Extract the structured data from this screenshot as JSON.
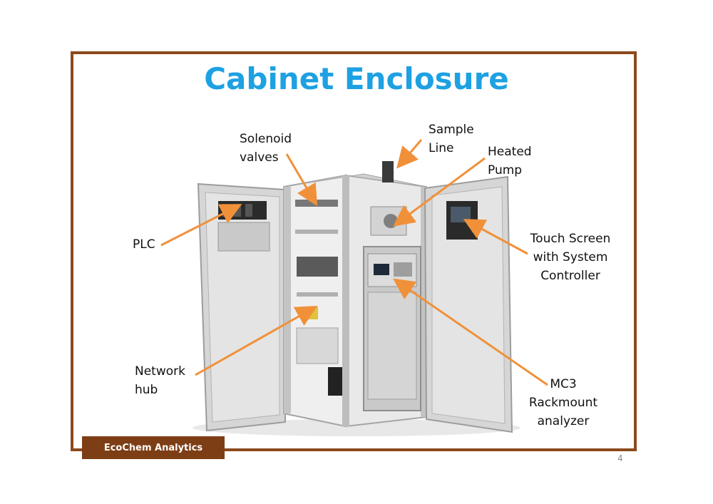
{
  "slide": {
    "title": "Cabinet Enclosure",
    "page_number": "4",
    "footer_brand": "EcoChem Analytics"
  },
  "labels": {
    "plc": "PLC",
    "solenoid_1": "Solenoid",
    "solenoid_2": "valves",
    "sample_1": "Sample",
    "sample_2": "Line",
    "heated_1": "Heated",
    "heated_2": "Pump",
    "touch_1": "Touch Screen",
    "touch_2": "with System",
    "touch_3": "Controller",
    "network_1": "Network",
    "network_2": "hub",
    "mc3_1": "MC3",
    "mc3_2": "Rackmount",
    "mc3_3": "analyzer"
  },
  "colors": {
    "frame": "#8b4a1c",
    "title": "#1da1e2",
    "arrow": "#f0913a",
    "footer_badge": "#7d3e15"
  }
}
